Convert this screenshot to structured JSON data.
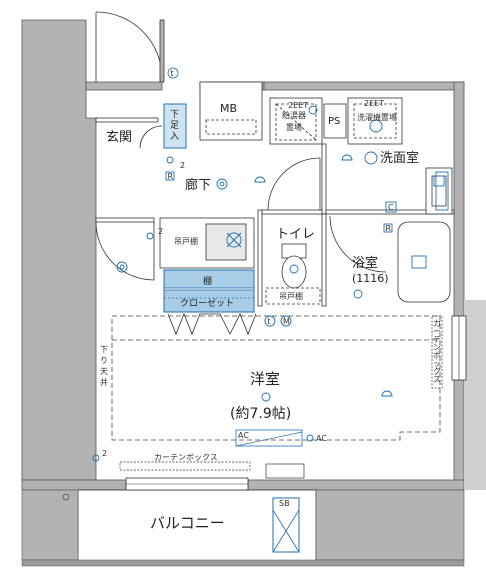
{
  "rooms": {
    "genkan": "玄関",
    "mb": "MB",
    "ps": "PS",
    "shoe_box_1": "下",
    "shoe_box_2": "足",
    "shoe_box_3": "入",
    "corridor": "廊下",
    "washroom": "洗面室",
    "toilet": "トイレ",
    "bath": "浴室",
    "bath_size": "(1116)",
    "shelf": "棚",
    "closet": "クローゼット",
    "western": "洋室",
    "western_size": "(約7.9帖)",
    "balcony": "バルコニー"
  },
  "labels": {
    "water_heater_1": "給湯器",
    "water_heater_2": "置場",
    "washer_1": "洗濯機置場",
    "hanging_shelf_kitchen": "吊戸棚",
    "hanging_shelf_toilet": "吊戸棚",
    "curtain_box_right": [
      "カ",
      "ー",
      "テ",
      "ン",
      "ボ",
      "ッ",
      "ク",
      "ス"
    ],
    "curtain_box_bottom": "カーテンボックス",
    "lowered_ceiling": [
      "下",
      "り",
      "天",
      "井"
    ],
    "ac_1": "AC",
    "ac_2": "AC",
    "sb": "SB",
    "c_mark": "C",
    "r_mark_1": "R",
    "r_mark_2": "R",
    "sub_2_a": "2",
    "sub_2_b": "2",
    "sub_2_c": "2",
    "sub_2eet_1": "2EET",
    "sub_2eet_2": "2EET",
    "t_mark_1": "t",
    "t_mark_2": "t",
    "m_mark": "M"
  },
  "colors": {
    "wall": "#b3b3b3",
    "line": "#333333",
    "accent_blue": "#1f6fb2",
    "closet_fill": "#a9cde6",
    "shoe_fill": "#cfe3f1"
  }
}
